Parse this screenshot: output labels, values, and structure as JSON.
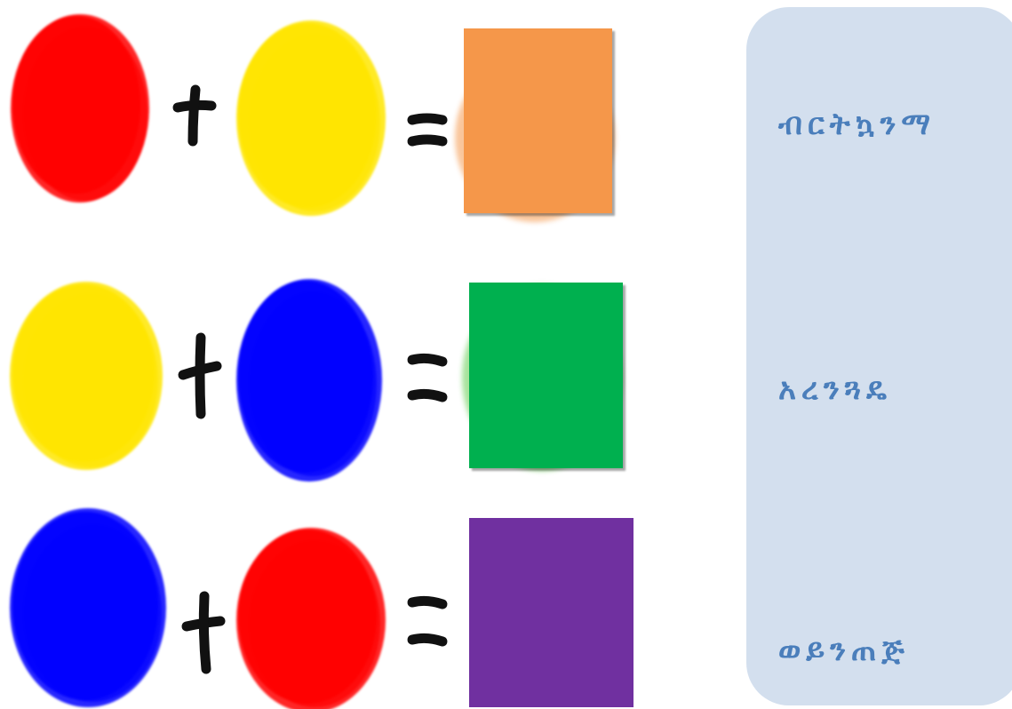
{
  "rows": [
    {
      "left": {
        "color_name": "red",
        "hex": "#ff0000"
      },
      "right": {
        "color_name": "yellow",
        "hex": "#ffe600"
      },
      "result": {
        "hex": "#f5974a"
      },
      "label": "ብርትኳንማ"
    },
    {
      "left": {
        "color_name": "yellow",
        "hex": "#ffe600"
      },
      "right": {
        "color_name": "blue",
        "hex": "#0000ff"
      },
      "result": {
        "hex": "#00b04f"
      },
      "label": "አረንጓዴ"
    },
    {
      "left": {
        "color_name": "blue",
        "hex": "#0000ff"
      },
      "right": {
        "color_name": "red",
        "hex": "#ff0000"
      },
      "result": {
        "hex": "#7030a0"
      },
      "label": "ወይንጠጅ"
    }
  ],
  "operators": {
    "plus": "plus-icon",
    "equals": "equals-icon"
  },
  "panel_color": "#d3dfee",
  "label_color": "#4a7ebb"
}
